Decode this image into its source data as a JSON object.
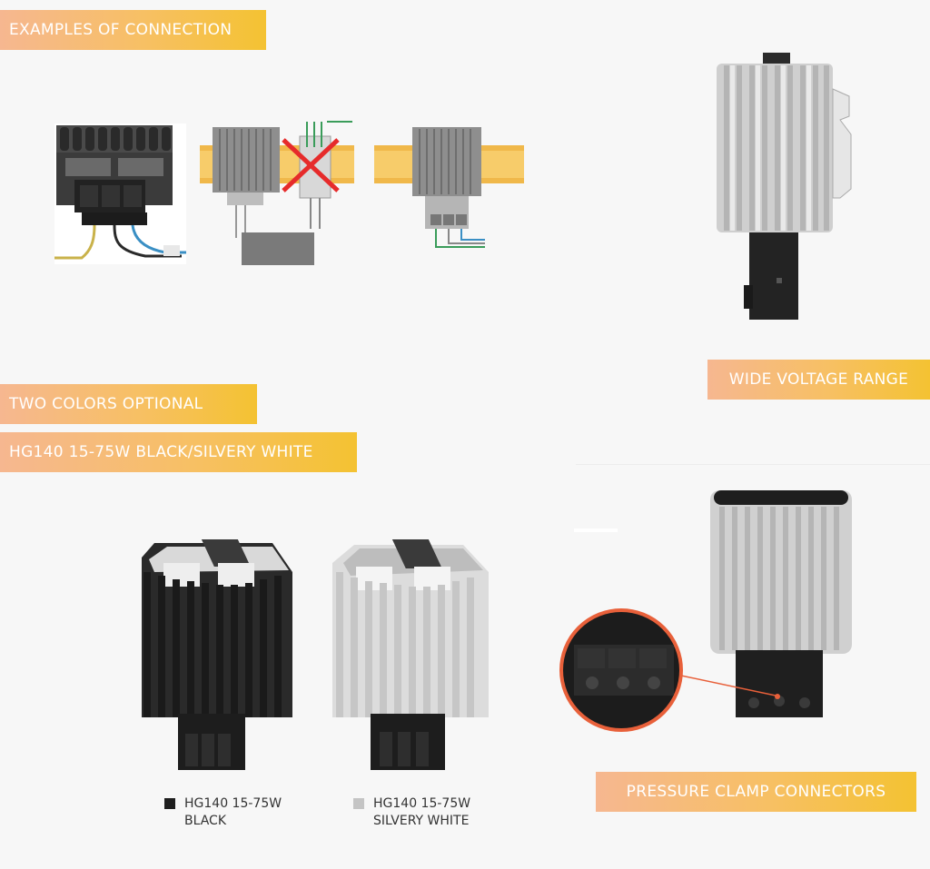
{
  "banners": {
    "examples": "EXAMPLES OF CONNECTION",
    "two_colors": "TWO COLORS OPTIONAL",
    "model": "HG140 15-75W BLACK/SILVERY WHITE",
    "voltage": "WIDE VOLTAGE RANGE",
    "clamp": "PRESSURE CLAMP CONNECTORS"
  },
  "legend": {
    "black": {
      "line1": "HG140 15-75W",
      "line2": "BLACK",
      "color": "#1e1e1e"
    },
    "white": {
      "line1": "HG140 15-75W",
      "line2": "SILVERY WHITE",
      "color": "#c4c4c4"
    }
  },
  "colors": {
    "banner_start": "#f6b790",
    "banner_end": "#f4c232",
    "callout": "#e8603a",
    "din_rail": "#f0b84a",
    "cross": "#e62b2b"
  }
}
